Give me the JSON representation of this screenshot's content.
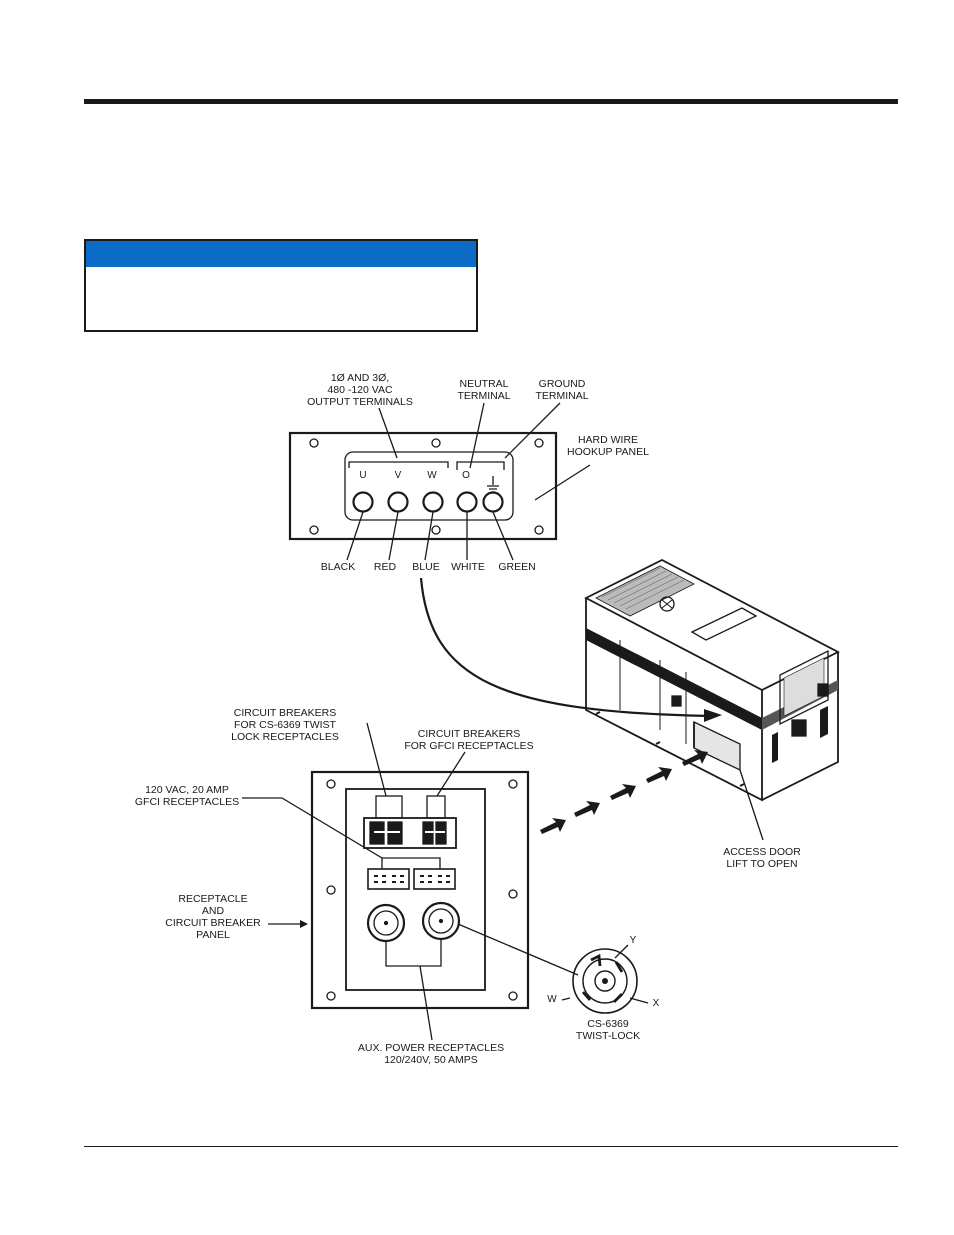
{
  "figure": {
    "output_terminals": [
      "1Ø AND 3Ø,",
      "480 -120 VAC",
      "OUTPUT TERMINALS"
    ],
    "neutral_terminal": [
      "NEUTRAL",
      "TERMINAL"
    ],
    "ground_terminal": [
      "GROUND",
      "TERMINAL"
    ],
    "hookup_panel": [
      "HARD WIRE",
      "HOOKUP PANEL"
    ],
    "terminals": [
      "U",
      "V",
      "W",
      "O"
    ],
    "wires": [
      "BLACK",
      "RED",
      "BLUE",
      "WHITE",
      "GREEN"
    ],
    "cb_twist_lock": [
      "CIRCUIT BREAKERS",
      "FOR CS-6369 TWIST",
      "LOCK RECEPTACLES"
    ],
    "cb_gfci": [
      "CIRCUIT BREAKERS",
      "FOR GFCI RECEPTACLES"
    ],
    "gfci_receptacles": [
      "120 VAC, 20 AMP",
      "GFCI RECEPTACLES"
    ],
    "receptacle_panel": [
      "RECEPTACLE",
      "AND",
      "CIRCUIT BREAKER",
      "PANEL"
    ],
    "access_door": [
      "ACCESS DOOR",
      "LIFT TO OPEN"
    ],
    "aux_power": [
      "AUX. POWER RECEPTACLES",
      "120/240V, 50 AMPS"
    ],
    "twist_lock": [
      "CS-6369",
      "TWIST-LOCK"
    ],
    "twist_lock_pins": [
      "Y",
      "W",
      "X"
    ]
  }
}
